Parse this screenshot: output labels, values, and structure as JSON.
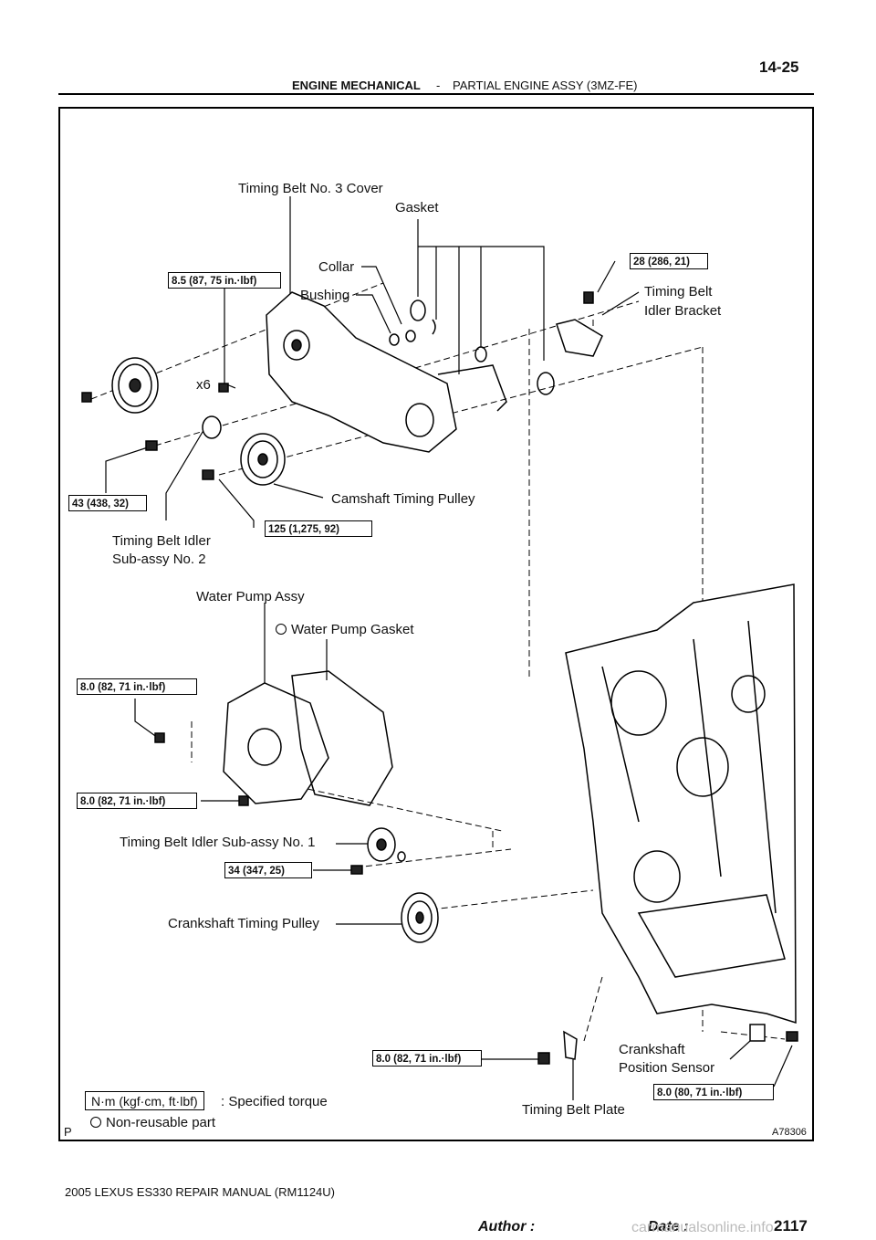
{
  "header": {
    "section": "ENGINE MECHANICAL",
    "separator": "-",
    "subsection": "PARTIAL ENGINE ASSY (3MZ-FE)",
    "page_number": "14-25"
  },
  "figure": {
    "id": "A78306",
    "corner_mark": "P"
  },
  "labels": {
    "timing_belt_no3_cover": "Timing Belt No. 3 Cover",
    "gasket": "Gasket",
    "collar": "Collar",
    "bushing": "Bushing",
    "timing_belt_idler_bracket_1": "Timing Belt",
    "timing_belt_idler_bracket_2": "Idler Bracket",
    "x6": "x6",
    "camshaft_timing_pulley": "Camshaft Timing Pulley",
    "idler_no2_line1": "Timing Belt Idler",
    "idler_no2_line2": "Sub-assy  No. 2",
    "water_pump_assy": "Water Pump Assy",
    "water_pump_gasket": "Water Pump Gasket",
    "idler_no1": "Timing Belt Idler Sub-assy No. 1",
    "crankshaft_timing_pulley": "Crankshaft Timing Pulley",
    "crank_sensor_line1": "Crankshaft",
    "crank_sensor_line2": "Position Sensor",
    "timing_belt_plate": "Timing Belt Plate"
  },
  "torques": {
    "t1": "8.5 (87, 75 in.·lbf)",
    "t2": "28 (286, 21)",
    "t3": "43 (438, 32)",
    "t4": "125 (1,275, 92)",
    "t5": "8.0 (82, 71 in.·lbf)",
    "t6": "8.0 (82, 71 in.·lbf)",
    "t7": "34 (347, 25)",
    "t8": "8.0 (82, 71 in.·lbf)",
    "t9": "8.0 (80, 71 in.·lbf)"
  },
  "legend": {
    "unit_box": "N·m (kgf·cm, ft·lbf)",
    "specified_torque": ": Specified torque",
    "non_reusable": "Non-reusable part"
  },
  "footer": {
    "manual": "2005 LEXUS ES330 REPAIR MANUAL   (RM1124U)",
    "author": "Author :",
    "date": "Date :",
    "page_total": "2117"
  },
  "watermark": "carmanualsonline.info"
}
